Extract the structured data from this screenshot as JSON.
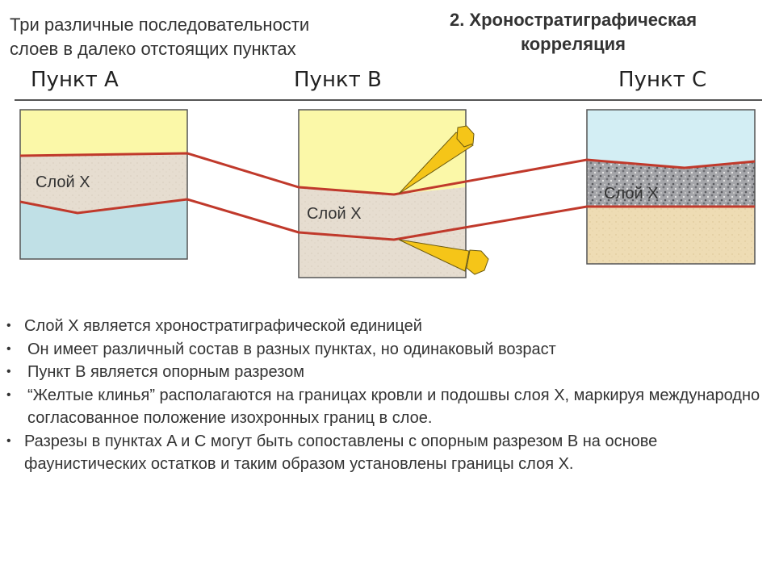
{
  "header": {
    "subtitle": "Три различные последовательности\nслоев в далеко отстоящих пунктах",
    "title": "2. Хроностратиграфическая\nкорреляция"
  },
  "points": {
    "a": "Пункт A",
    "b": "Пункт B",
    "c": "Пункт C"
  },
  "diagram": {
    "layer_label_a": "Слой X",
    "layer_label_b": "Слой X",
    "layer_label_c": "Слой X",
    "colors": {
      "yellow": "#fbf8a8",
      "sand": "#e6ddd0",
      "blue": "#c0e0e6",
      "lightblue": "#d3eef4",
      "gravel": "#9fa0a4",
      "tan": "#eedcb4",
      "boundary": "#c0392b",
      "wedge": "#f5c518"
    }
  },
  "bullets": [
    "Слой X является хроностратиграфической единицей",
    "Он имеет различный состав в разных пунктах, но одинаковый возраст",
    "Пункт B является опорным разрезом",
    "“Желтые клинья” располагаются на границах кровли и подошвы слоя X, маркируя международно согласованное положение изохронных границ в слое.",
    "Разрезы в пунктах A и C могут быть сопоставлены с опорным разрезом B на основе фаунистических остатков и таким образом установлены границы слоя X."
  ],
  "bullet_char": "•"
}
